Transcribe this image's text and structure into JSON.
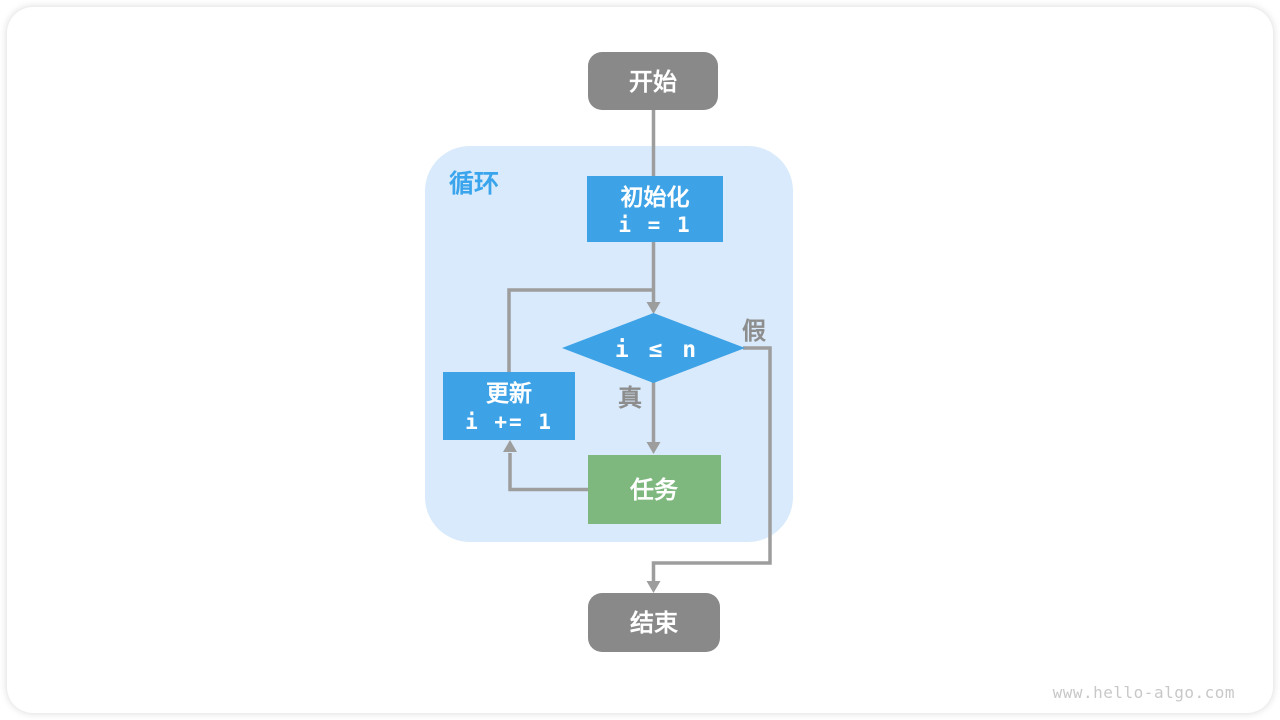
{
  "diagram": {
    "region": {
      "label": "循环"
    },
    "nodes": {
      "start": {
        "label": "开始"
      },
      "init": {
        "label": "初始化",
        "code": "i = 1"
      },
      "condition": {
        "label": "i ≤ n"
      },
      "update": {
        "label": "更新",
        "code": "i += 1"
      },
      "task": {
        "label": "任务"
      },
      "end": {
        "label": "结束"
      }
    },
    "edge_labels": {
      "true_branch": "真",
      "false_branch": "假"
    }
  },
  "watermark": "www.hello-algo.com",
  "colors": {
    "node-blue": "#3ea2e6",
    "node-green": "#7eb87e",
    "node-gray": "#898989",
    "region-bg": "#d8eafb",
    "accent-blue": "#3aa5ec",
    "edge": "#9d9d9d",
    "edge-label": "#8d8d8d",
    "watermark": "#c8c8c8"
  }
}
